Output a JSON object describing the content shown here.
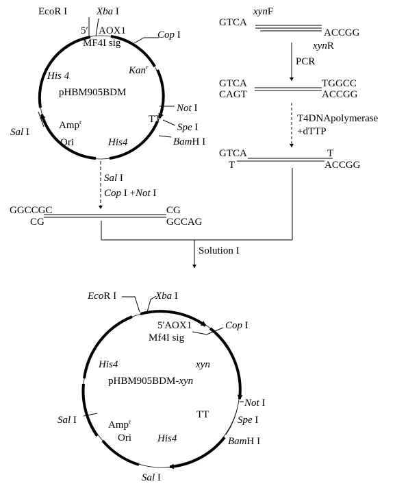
{
  "plasmid1": {
    "name": "pHBM905BDM",
    "ecori": "EcoR  I",
    "xbai_it": "Xba",
    "xbai_r": " I",
    "five_prime": "5′",
    "aox1": "AOX1",
    "mf4i": "MF4I sig",
    "copi_it": "Cop",
    "copi_r": " I",
    "kan": "Kan",
    "kan_sup": "r",
    "his4_left": "His 4",
    "noti_it": "Not",
    "noti_r": " I",
    "tt": "TT",
    "spei_it": "Spe",
    "spei_r": " I",
    "sali_it": "Sal",
    "sali_r": " I",
    "amp": "Amp",
    "amp_sup": "r",
    "ori": "Ori",
    "his4_bottom": "His4",
    "bamhi_it": "Bam",
    "bamhi_r": "H I"
  },
  "digest": {
    "sali_it": "Sal",
    "sali_r": " I",
    "copi_it": "Cop",
    "copi_mid": " I +",
    "noti_it": "Not",
    "noti_r": " I",
    "left_top": "GGCCGC",
    "left_bot": "CG",
    "right_top": "CG",
    "right_bot": "GCCAG"
  },
  "pcr": {
    "primer_f_it": "xyn",
    "primer_f_r": "F",
    "gtca": "GTCA",
    "accgg": "ACCGG",
    "primer_r_it": "xyn",
    "primer_r_r": "R",
    "pcr_label": "PCR",
    "p1_top_left": "GTCA",
    "p1_bot_left": "CAGT",
    "p1_top_right": "TGGCC",
    "p1_bot_right": "ACCGG",
    "t4_line1": "T4DNApolymerase",
    "t4_line2": "+dTTP",
    "p2_top_left": "GTCA",
    "p2_bot_left": "T",
    "p2_top_right": "T",
    "p2_bot_right": "ACCGG"
  },
  "ligation": {
    "label": "Solution I"
  },
  "plasmid2": {
    "name_main": "pHBM905BDM-",
    "name_it": "xyn",
    "ecori_it": "Eco",
    "ecori_r": "R I",
    "xbai_it": "Xba",
    "xbai_r": " I",
    "aox1": "5'AOX1",
    "mf4i": "Mf4I sig",
    "copi_it": "Cop",
    "copi_r": " I",
    "his4_left": "His4",
    "xyn": "xyn",
    "noti_it": "Not",
    "noti_r": " I",
    "tt": "TT",
    "spei_it": "Spe",
    "spei_r": " I",
    "sali_left_it": "Sal",
    "sali_left_r": " I",
    "amp": "Amp",
    "amp_sup": "r",
    "ori": "Ori",
    "his4_bottom": "His4",
    "bamhi_it": "Bam",
    "bamhi_r": "H I",
    "sali_bottom_it": "Sal",
    "sali_bottom_r": " I"
  }
}
